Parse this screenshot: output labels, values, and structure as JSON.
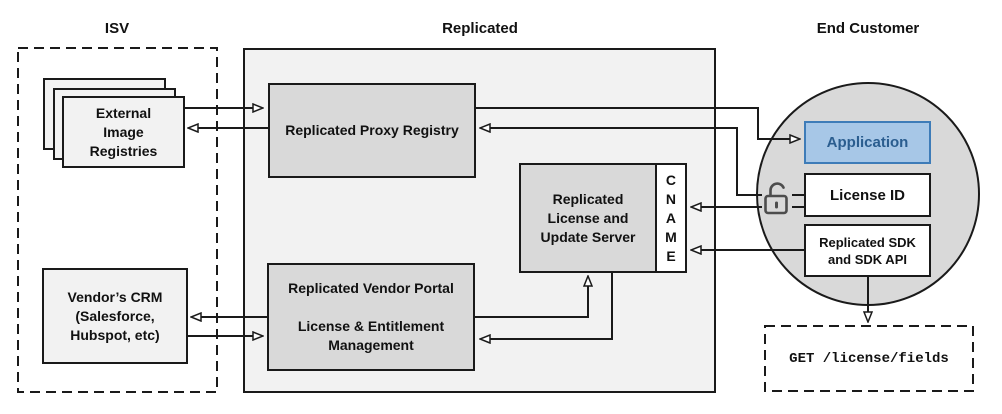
{
  "sections": {
    "isv": "ISV",
    "replicated": "Replicated",
    "end_customer": "End Customer"
  },
  "nodes": {
    "external_image_registries": "External\nImage\nRegistries",
    "vendors_crm": "Vendor’s CRM\n(Salesforce,\nHubspot, etc)",
    "proxy_registry": "Replicated Proxy Registry",
    "vendor_portal": "Replicated Vendor Portal\n\nLicense & Entitlement\nManagement",
    "license_update_server": "Replicated\nLicense and\nUpdate Server",
    "cname": "C\nN\nA\nM\nE",
    "application": "Application",
    "license_id": "License ID",
    "replicated_sdk": "Replicated SDK\nand SDK API",
    "get_license_fields": "GET /license/fields"
  },
  "icons": {
    "lock": "open-padlock-icon"
  },
  "colors": {
    "container_fill": "#f2f2f2",
    "node_fill": "#d9d9d9",
    "light_node_fill": "#f2f2f2",
    "circle_fill": "#d9d9d9",
    "application_fill": "#a7c7e7",
    "application_border": "#3e7cb8",
    "application_text": "#2a5d8f",
    "line": "#111111",
    "lock": "#4d4d4d"
  }
}
